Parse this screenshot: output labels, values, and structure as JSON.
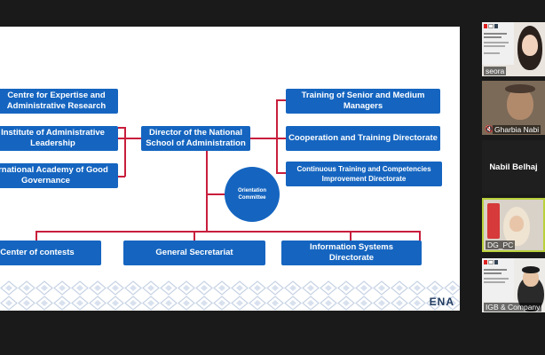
{
  "slide": {
    "left_boxes": [
      "Centre for Expertise and\nAdministrative Research",
      "Institute of Administrative\nLeadership",
      "International Academy of Good\nGovernance"
    ],
    "director": "Director of the National\nSchool of Administration",
    "orientation": "Orientation\nCommittee",
    "right_boxes": [
      "Training of Senior and Medium\nManagers",
      "Cooperation and Training Directorate",
      "Continuous Training and Competencies\nImprovement Directorate"
    ],
    "bottom_boxes": [
      "Center of contests",
      "General Secretariat",
      "Information Systems\nDirectorate"
    ],
    "logo": "ENA"
  },
  "participants": [
    {
      "name": "seora"
    },
    {
      "name": "Gharbia Nabi"
    },
    {
      "name": "Nabil Belhaj"
    },
    {
      "name": "DG_PC"
    },
    {
      "name": "IGB & Company"
    }
  ],
  "colors": {
    "box": "#1565c0",
    "line": "#c81e3c",
    "active_border": "#b9d13a"
  }
}
